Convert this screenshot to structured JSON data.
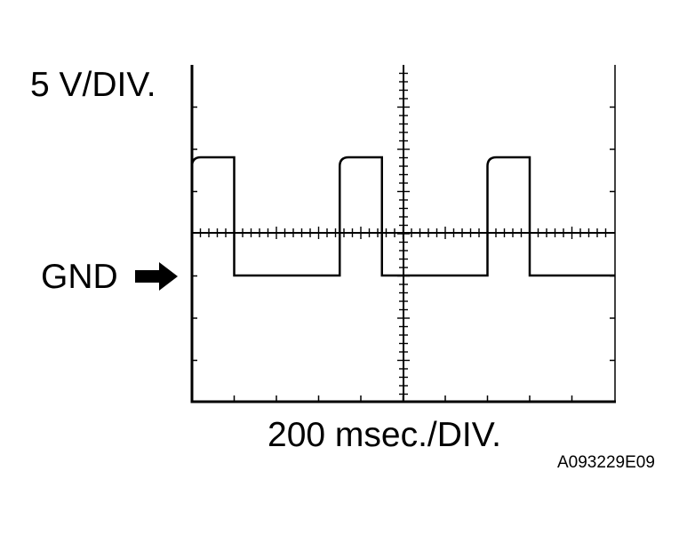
{
  "scope": {
    "voltage_scale": "5 V/DIV.",
    "time_scale": "200 msec./DIV.",
    "ground_label": "GND",
    "figure_id": "A093229E09"
  },
  "waveform": {
    "description_units": "divisions",
    "shape": "square",
    "high_level_div_above_gnd": 2.8,
    "low_level_div_above_gnd": 0,
    "rising_edges_div": [
      3.5,
      7.0
    ],
    "falling_edges_div": [
      1.0,
      4.5,
      8.0
    ],
    "trace_color": "#000000"
  },
  "grid": {
    "horizontal_divisions": 10,
    "vertical_divisions": 8
  }
}
